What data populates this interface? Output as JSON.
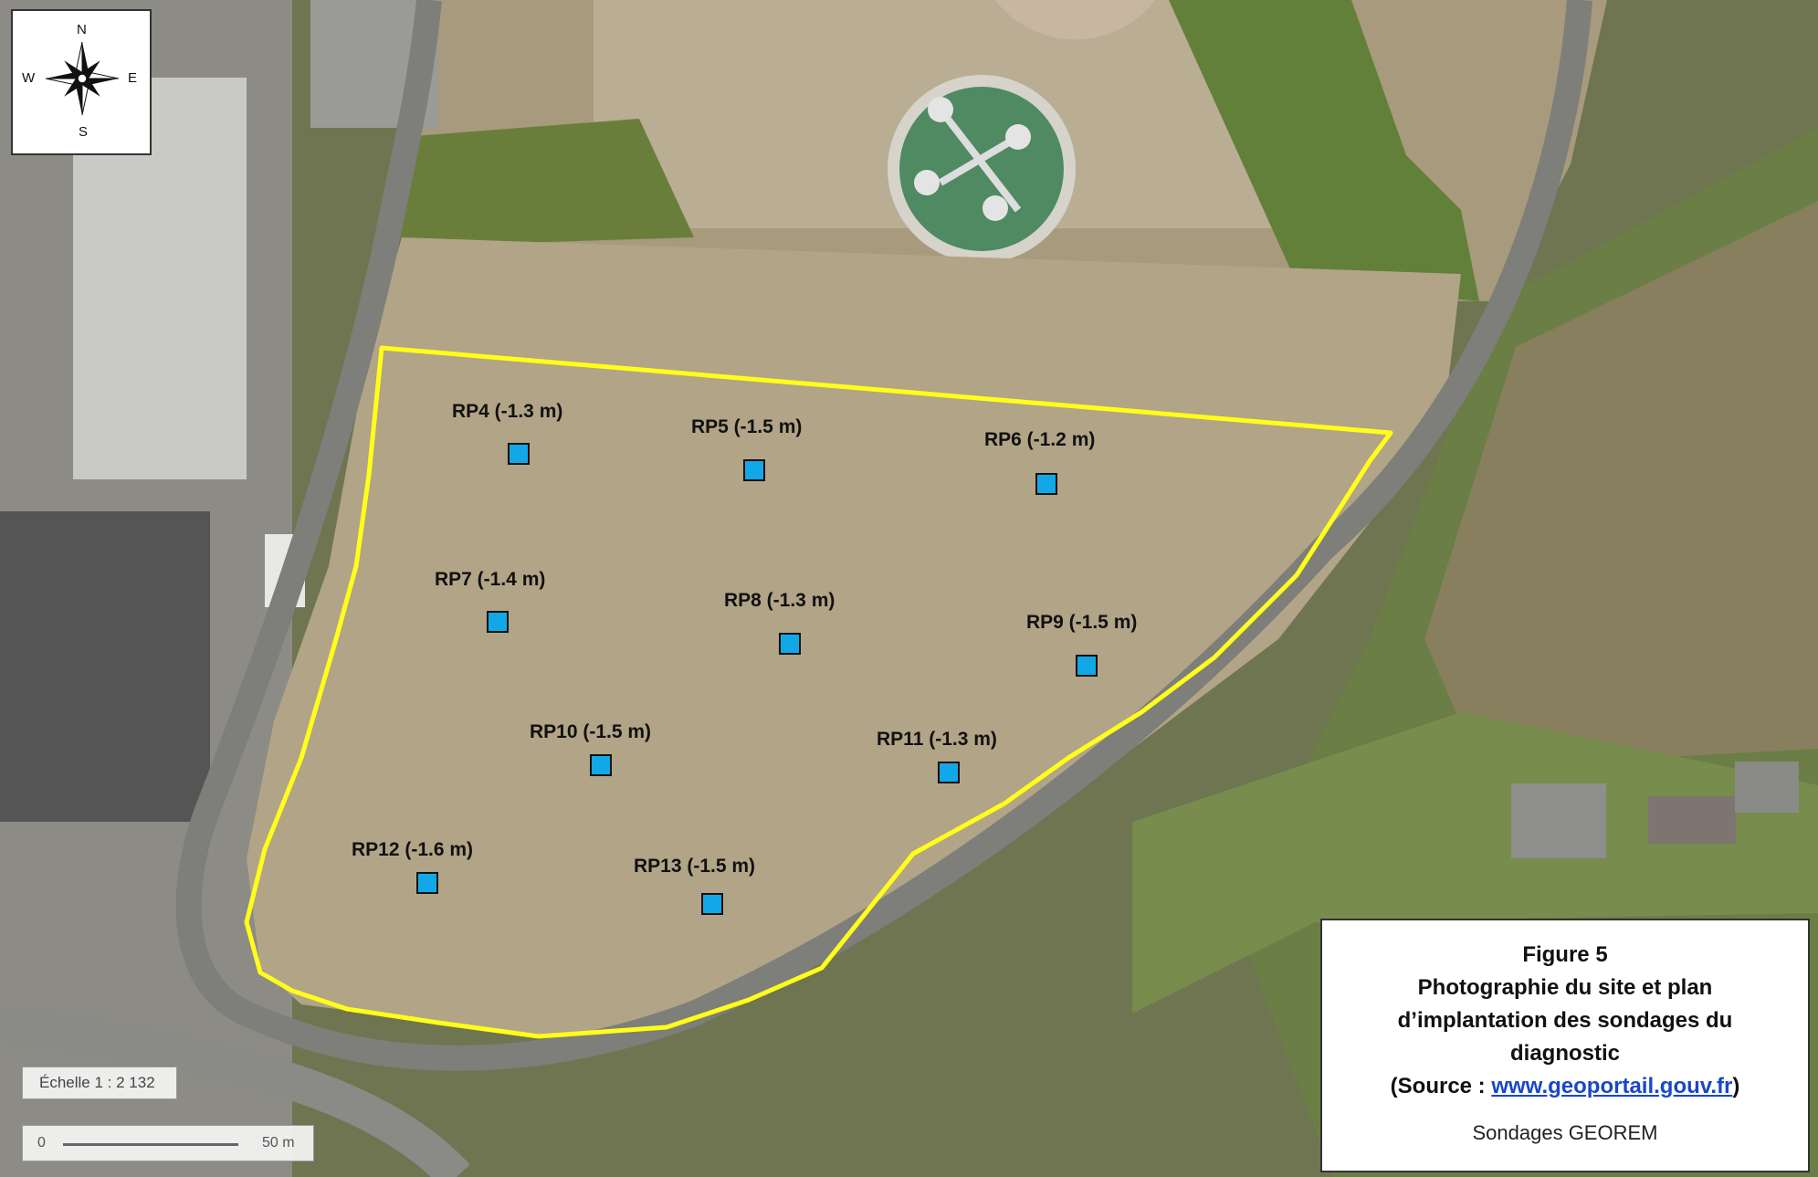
{
  "figure": {
    "number": "Figure 5",
    "title": "Photographie du site et plan d’implantation des sondages du diagnostic",
    "source_prefix": "(Source : ",
    "source_link": "www.geoportail.gouv.fr",
    "source_suffix": ")",
    "author": "Sondages GEOREM"
  },
  "compass": {
    "n": "N",
    "s": "S",
    "e": "E",
    "w": "W"
  },
  "scale": {
    "ratio": "Échelle 1 : 2 132",
    "zero": "0",
    "distance": "50 m"
  },
  "probes": [
    {
      "id": "RP4",
      "label": "RP4 (-1.3 m)",
      "depth_m": -1.3
    },
    {
      "id": "RP5",
      "label": "RP5 (-1.5 m)",
      "depth_m": -1.5
    },
    {
      "id": "RP6",
      "label": "RP6 (-1.2 m)",
      "depth_m": -1.2
    },
    {
      "id": "RP7",
      "label": "RP7 (-1.4 m)",
      "depth_m": -1.4
    },
    {
      "id": "RP8",
      "label": "RP8 (-1.3 m)",
      "depth_m": -1.3
    },
    {
      "id": "RP9",
      "label": "RP9 (-1.5 m)",
      "depth_m": -1.5
    },
    {
      "id": "RP10",
      "label": "RP10 (-1.5 m)",
      "depth_m": -1.5
    },
    {
      "id": "RP11",
      "label": "RP11 (-1.3 m)",
      "depth_m": -1.3
    },
    {
      "id": "RP12",
      "label": "RP12 (-1.6 m)",
      "depth_m": -1.6
    },
    {
      "id": "RP13",
      "label": "RP13 (-1.5 m)",
      "depth_m": -1.5
    }
  ],
  "colors": {
    "site_boundary": "#ffff1a",
    "probe_marker": "#12a8e8",
    "field": "#b9a88a",
    "vegetation": "#5f7a3a",
    "road": "#7e7e7a"
  }
}
